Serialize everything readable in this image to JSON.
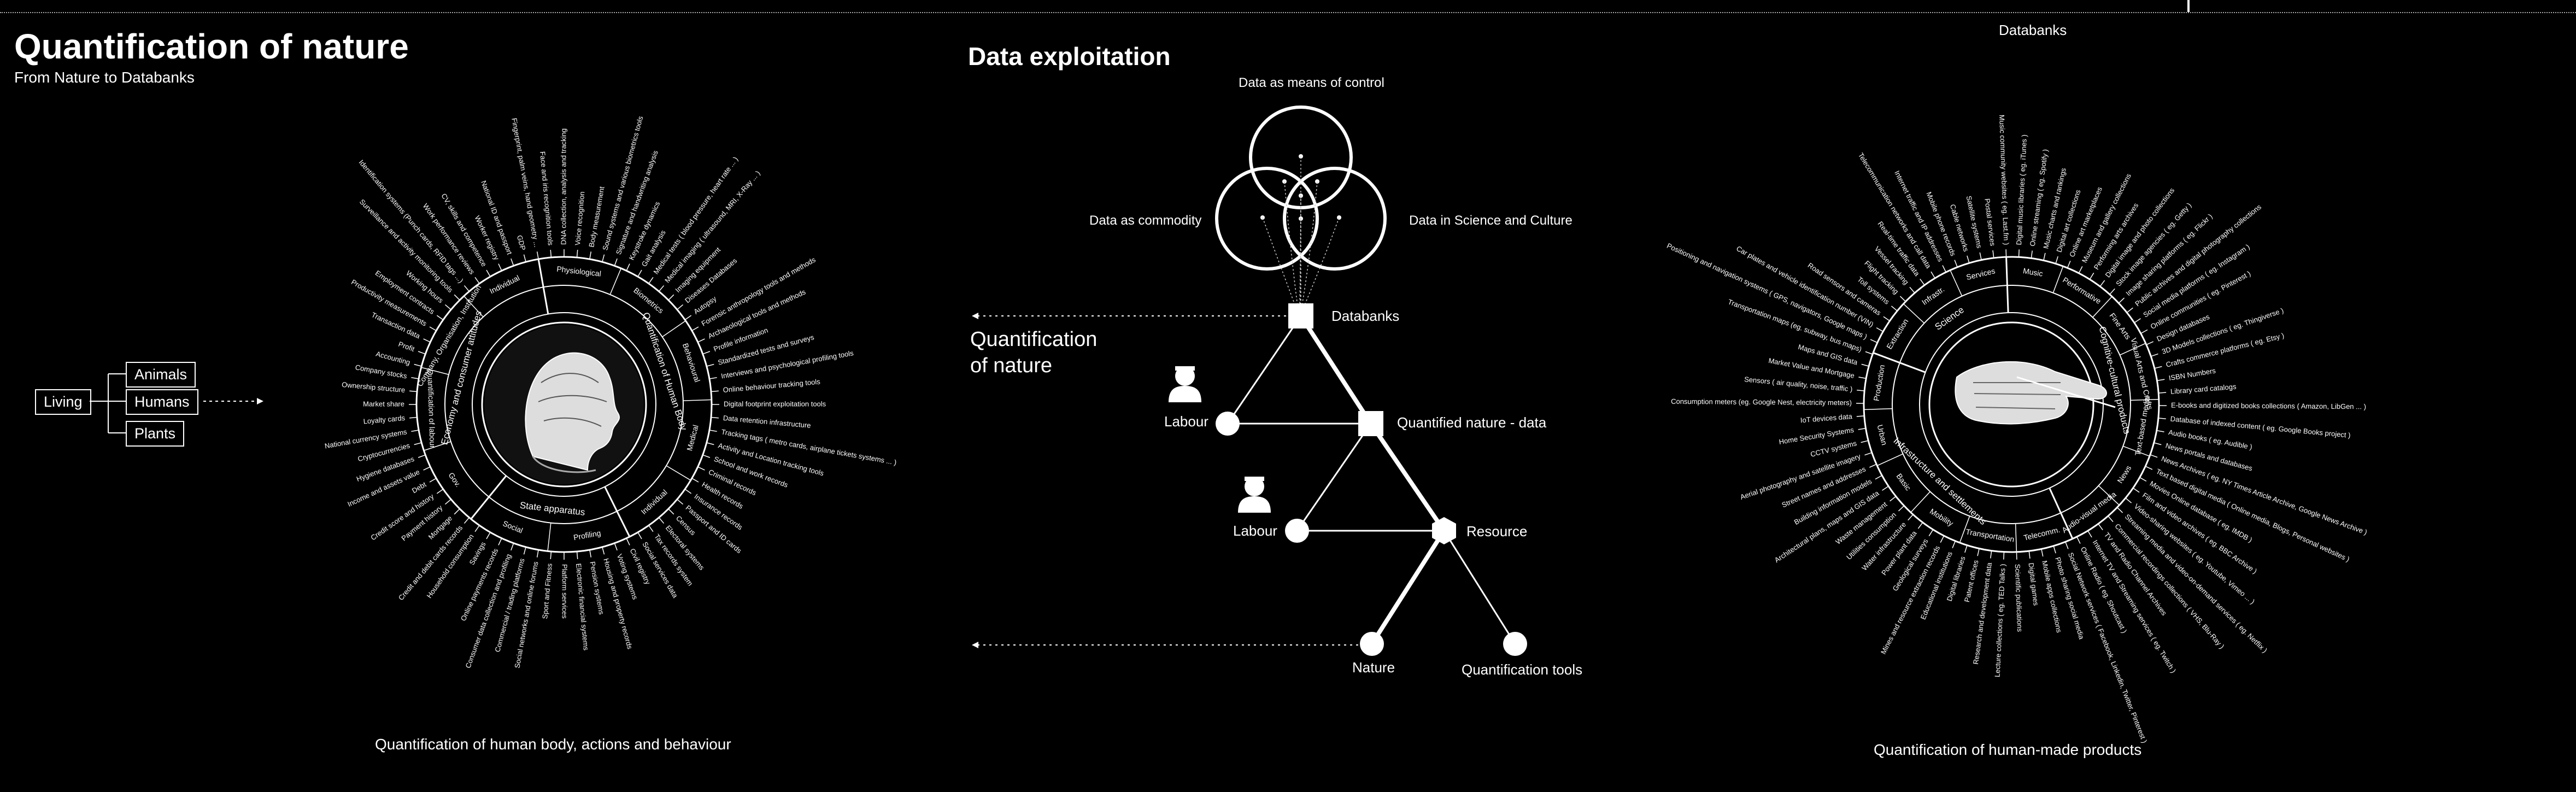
{
  "header": {
    "title": "Quantification of nature",
    "subtitle": "From Nature to Databanks",
    "middle_title": "Data exploitation",
    "right_top_label": "Databanks"
  },
  "left_tree": {
    "root": "Living",
    "children": [
      "Animals",
      "Humans",
      "Plants"
    ]
  },
  "left_wheel": {
    "caption": "Quantification of human body, actions and behaviour",
    "sectors": [
      {
        "name": "Quantification of Human Body",
        "subs": [
          "Physiological",
          "Biometrics",
          "Behavioural",
          "Medical",
          "Individual"
        ]
      },
      {
        "name": "State apparatus",
        "subs": [
          "Profiling",
          "Social"
        ]
      },
      {
        "name": "Economy and consumer attitudes",
        "subs": [
          "Gov.",
          "Quantification of labour",
          "Company, Organisation, Institution",
          "Individual"
        ]
      }
    ],
    "items": [
      "Fingerprint, palm veins, hand geometry ...",
      "Face and iris recognition tools",
      "DNA collection, analysis and tracking",
      "Voice recognition",
      "Body measurement",
      "Sound systems and various biometrics tools",
      "Signature and handwriting analysis",
      "Keystroke dynamics",
      "Gait analysis",
      "Medical tests ( blood pressure, heart rate ... )",
      "Medical imaging ( ultrasound, MRI, X-Ray ... )",
      "Imaging equipment",
      "Diseases Databases",
      "Autopsy",
      "Forensic anthropology tools and methods",
      "Archaeological tools and methods",
      "Profile information",
      "Standardized tests and surveys",
      "Interviews and psychological profiling tools",
      "Online behaviour tracking tools",
      "Digital footprint exploitation tools",
      "Data retention infrastructure",
      "Tracking tags ( metro cards, airplane tickets systems ... )",
      "Activity and Location tracking tools",
      "School and work records",
      "Criminal records",
      "Health records",
      "Insurance records",
      "Passport and ID cards",
      "Census",
      "Electoral systems",
      "Tax records system",
      "Social services data",
      "Civil registry",
      "Voting systems",
      "Housing and property records",
      "Pension systems",
      "Electronic financial systems",
      "Platform services",
      "Sport and Fitness",
      "Social networks and online forums",
      "Commercial / trading platforms",
      "Consumer data collection and profiling",
      "Online payments records",
      "Savings",
      "Household consumption",
      "Credit and debit cards records",
      "Mortgage",
      "Payment history",
      "Credit score and history",
      "Debt",
      "Income and assets value",
      "Hygiene databases",
      "Cryptocurrencies",
      "National currency systems",
      "Loyalty cards",
      "Market share",
      "Ownership structure",
      "Company stocks",
      "Accounting",
      "Profit",
      "Transaction data",
      "Productivity measurements",
      "Employment contracts",
      "Working hours",
      "Surveillance and activity monitoring tools",
      "Identification systems (Punch cards, RFID tags ...)",
      "Work performance reviews",
      "CV, skills and competence",
      "Worker registry",
      "National ID and passport",
      "GDP"
    ]
  },
  "middle": {
    "venn_top": "Data as means of control",
    "venn_left": "Data as commodity",
    "venn_right": "Data in Science and Culture",
    "databanks": "Databanks",
    "quantification_of_nature": [
      "Quantification",
      "of nature"
    ],
    "labour_1": "Labour",
    "labour_2": "Labour",
    "quantified_nature_data": "Quantified nature - data",
    "resource": "Resource",
    "nature": "Nature",
    "quantification_tools": "Quantification tools"
  },
  "right_wheel": {
    "caption": "Quantification of human-made products",
    "sectors": [
      {
        "name": "Cognitive-cultural products",
        "subs": [
          "Music",
          "Performative",
          "Fine Arts",
          "Visual Arts and Crafts",
          "Text-based media",
          "News",
          "Audio-visual media"
        ]
      },
      {
        "name": "Infrastructure and settlements",
        "subs": [
          "Telecomm.",
          "Transportation",
          "Mobility",
          "Basic",
          "Urban",
          "Production"
        ]
      },
      {
        "name": "Science",
        "subs": [
          "Extraction",
          "Infrastr.",
          "Services"
        ]
      }
    ],
    "items": [
      "Music community websites ( eg. Last.fm )",
      "Digital music libraries ( eg. iTunes )",
      "Online streaming ( eg. Spotify )",
      "Music charts and rankings",
      "Digital art collections",
      "Online art marketplaces",
      "Museum and gallery collections",
      "Performing arts archives",
      "Digital image and photo collections",
      "Stock image agencies ( eg. Getty )",
      "Image sharing platforms ( eg. Flickr )",
      "Public archives and digital photography collections",
      "Social media platforms ( eg. Instagram )",
      "Online communities ( eg. Pinterest )",
      "Design databases",
      "3D Models collections ( eg. Thingiverse )",
      "Crafts commerce platforms ( eg. Etsy )",
      "ISBN Numbers",
      "Library card catalogs",
      "E-books and digitized books collections ( Amazon, LibGen ... )",
      "Database of indexed content ( eg. Google Books project )",
      "Audio books ( eg. Audible )",
      "News portals and databases",
      "News Archives ( eg. NY Times Article Archive, Google News Archive )",
      "Text based digital media ( Online media, Blogs, Personal websites )",
      "Movies Online database ( eg. IMDB )",
      "Film and video archives ( eg. BBC Archive )",
      "Video-sharing websites ( eg. Youtube, Vimeo ... )",
      "Streaming media and video-on-demand services ( eg. Netflix )",
      "Commercial recordings collections ( VHS, Blu-Ray )",
      "TV and Radio Channel Archives",
      "Internet TV and Streaming services ( eg. Twitch )",
      "Online Radio ( eg. Shoutcast )",
      "Social Network services ( Facebook, Linkedin, Twitter, Pinterest )",
      "Photo sharing social media",
      "Mobile apps collections",
      "Digital games",
      "Scientific publications",
      "Lecture collections ( eg. TED Talks )",
      "Research and development data",
      "Patent offices",
      "Digital libraries",
      "Educational institutions",
      "Mines and resource extraction records",
      "Geological surveys",
      "Power plant data",
      "Water infrastructure",
      "Utilities consumption",
      "Waste management",
      "Architectural plans, maps and GIS data",
      "Building information models",
      "Street names and addresses",
      "Aerial photography and satellite imagery",
      "CCTV systems",
      "Home Security Systems",
      "IoT devices data",
      "Consumption meters (eg. Google Nest, electricity meters)",
      "Sensors ( air quality, noise, traffic )",
      "Market Value and Mortgage",
      "Maps and GIS data",
      "Transportation maps (eg. subway, bus maps)",
      "Positioning and navigation systems ( GPS, navigators, Google maps )",
      "Car plates and vehicle identification number (VIN)",
      "Road sensors and cameras",
      "Toll systems",
      "Flight tracking",
      "Vessel tracking",
      "Real-time traffic data",
      "Telecommunication networks and call data",
      "Internet traffic and IP addresses",
      "Mobile phone records",
      "Cable networks",
      "Satellite systems",
      "Postal services"
    ]
  }
}
